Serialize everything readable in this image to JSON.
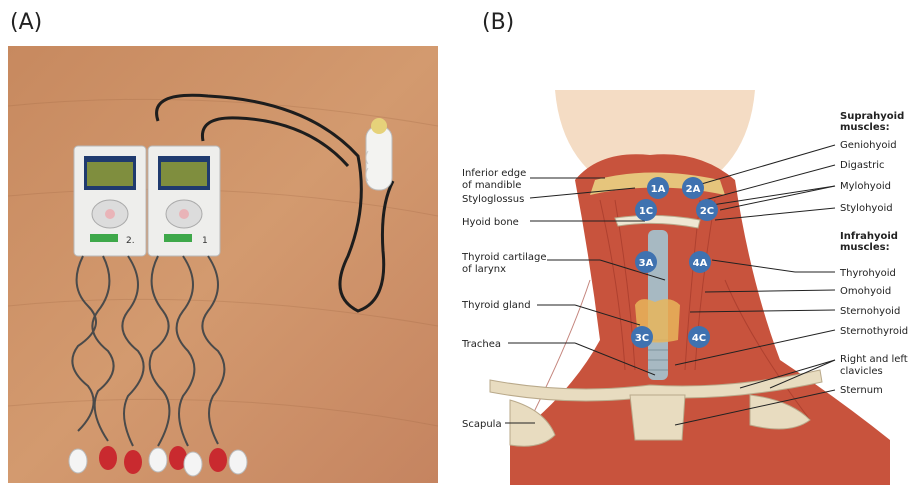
{
  "panels": {
    "a_label": "(A)",
    "b_label": "(B)"
  },
  "photo": {
    "device_left_label": "2.",
    "device_right_label": "1"
  },
  "anatomy": {
    "labels_left": {
      "inferior_edge_line1": "Inferior edge",
      "inferior_edge_line2": "of mandible",
      "styloglossus": "Styloglossus",
      "hyoid_bone": "Hyoid bone",
      "thyroid_cartilage_line1": "Thyroid cartilage",
      "thyroid_cartilage_line2": "of larynx",
      "thyroid_gland": "Thyroid gland",
      "trachea": "Trachea",
      "scapula": "Scapula"
    },
    "labels_right": {
      "suprahyoid_line1": "Suprahyoid",
      "suprahyoid_line2": "muscles:",
      "geniohyoid": "Geniohyoid",
      "digastric": "Digastric",
      "mylohyoid": "Mylohyoid",
      "stylohyoid": "Stylohyoid",
      "infrahyoid_line1": "Infrahyoid",
      "infrahyoid_line2": "muscles:",
      "thyrohyoid": "Thyrohyoid",
      "omohyoid": "Omohyoid",
      "sternohyoid": "Sternohyoid",
      "sternothyroid": "Sternothyroid",
      "clavicles_line1": "Right and left",
      "clavicles_line2": "clavicles",
      "sternum": "Sternum"
    },
    "electrodes": {
      "e1a": "1A",
      "e2a": "2A",
      "e1c": "1C",
      "e2c": "2C",
      "e3a": "3A",
      "e4a": "4A",
      "e3c": "3C",
      "e4c": "4C"
    },
    "colors": {
      "electrode": "#3f72b0",
      "muscle": "#c8533d",
      "skin": "#f4dcc4",
      "bone": "#e8dcc0"
    }
  }
}
